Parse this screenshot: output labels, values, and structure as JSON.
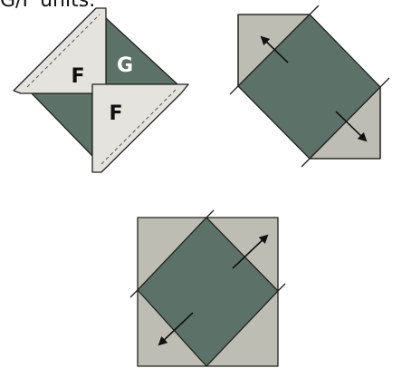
{
  "caption": "G/F units.",
  "unit_labels": {
    "f_top": "F",
    "g": "G",
    "f_bottom": "F"
  },
  "colors": {
    "dark_green": "#5c7268",
    "light_fabric": "#e4e3de",
    "tan": "#bdbdb3",
    "outline": "#222222",
    "label_on_dark": "#ffffff",
    "label_on_light": "#111111"
  },
  "icons": {
    "top_right_arrows": [
      "arrow-up-left",
      "arrow-down-right"
    ],
    "bottom_arrows": [
      "arrow-up-right",
      "arrow-down-left"
    ]
  }
}
